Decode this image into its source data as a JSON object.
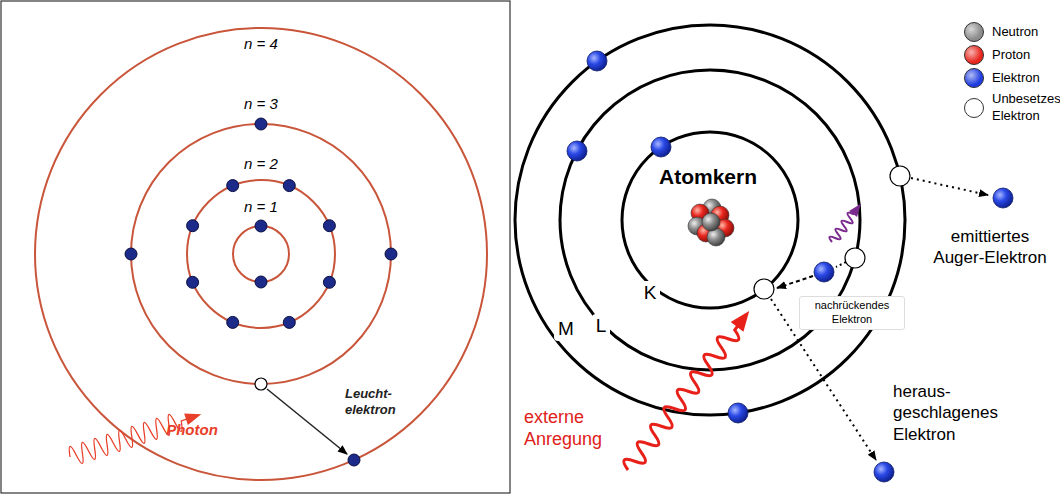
{
  "diagram": {
    "labels": [
      "n = 4",
      "n = 3",
      "n = 2",
      "n = 1",
      "Photon",
      "Leucht- elektron",
      "Atomkern",
      "K",
      "L",
      "M",
      "nachrückendes Elektron",
      "emittiertes Auger-Elektron",
      "heraus- geschlagenes Elektron",
      "externe Anregung"
    ],
    "legend": [
      {
        "text": "Neutron",
        "color": "#8c8c8c"
      },
      {
        "text": "Proton",
        "color": "#e8261e"
      },
      {
        "text": "Elektron",
        "color": "#1f3de0"
      },
      {
        "text": "Unbesetzes Elektron",
        "color": "#ffffff"
      }
    ]
  }
}
